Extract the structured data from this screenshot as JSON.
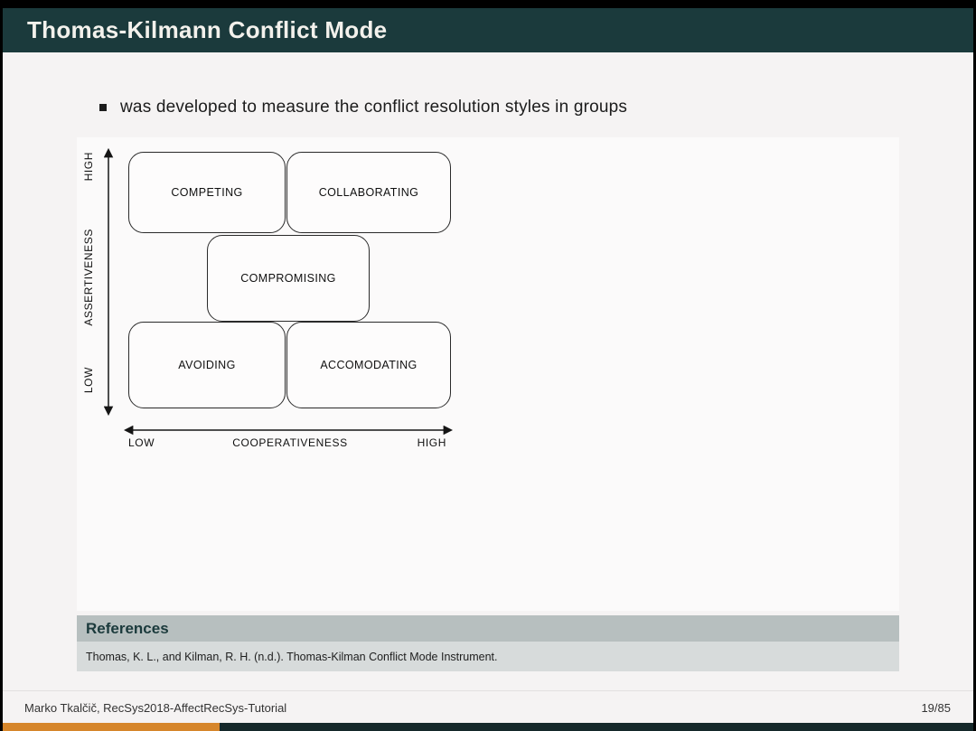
{
  "header": {
    "title": "Thomas-Kilmann Conflict Mode"
  },
  "content": {
    "bullet": "was developed to measure the conflict resolution styles in groups"
  },
  "diagram": {
    "type": "matrix",
    "y_axis": {
      "title": "ASSERTIVENESS",
      "low_label": "LOW",
      "high_label": "HIGH"
    },
    "x_axis": {
      "title": "COOPERATIVENESS",
      "low_label": "LOW",
      "high_label": "HIGH"
    },
    "boxes": [
      {
        "id": "competing",
        "label": "COMPETING"
      },
      {
        "id": "collaborating",
        "label": "COLLABORATING"
      },
      {
        "id": "compromising",
        "label": "COMPROMISING"
      },
      {
        "id": "avoiding",
        "label": "AVOIDING"
      },
      {
        "id": "accomodating",
        "label": "ACCOMODATING"
      }
    ]
  },
  "references": {
    "title": "References",
    "items": [
      "Thomas, K. L., and Kilman, R. H. (n.d.). Thomas-Kilman Conflict Mode Instrument."
    ]
  },
  "footer": {
    "author": "Marko Tkalčič, RecSys2018-AffectRecSys-Tutorial",
    "page": "19/85"
  },
  "colors": {
    "header_bg": "#1b3a3c",
    "header_text": "#f3f1ec",
    "references_header_bg": "#b7bfbf",
    "references_body_bg": "#d7dbdb",
    "progress_orange": "#d6862b",
    "progress_dark": "#15282a"
  }
}
